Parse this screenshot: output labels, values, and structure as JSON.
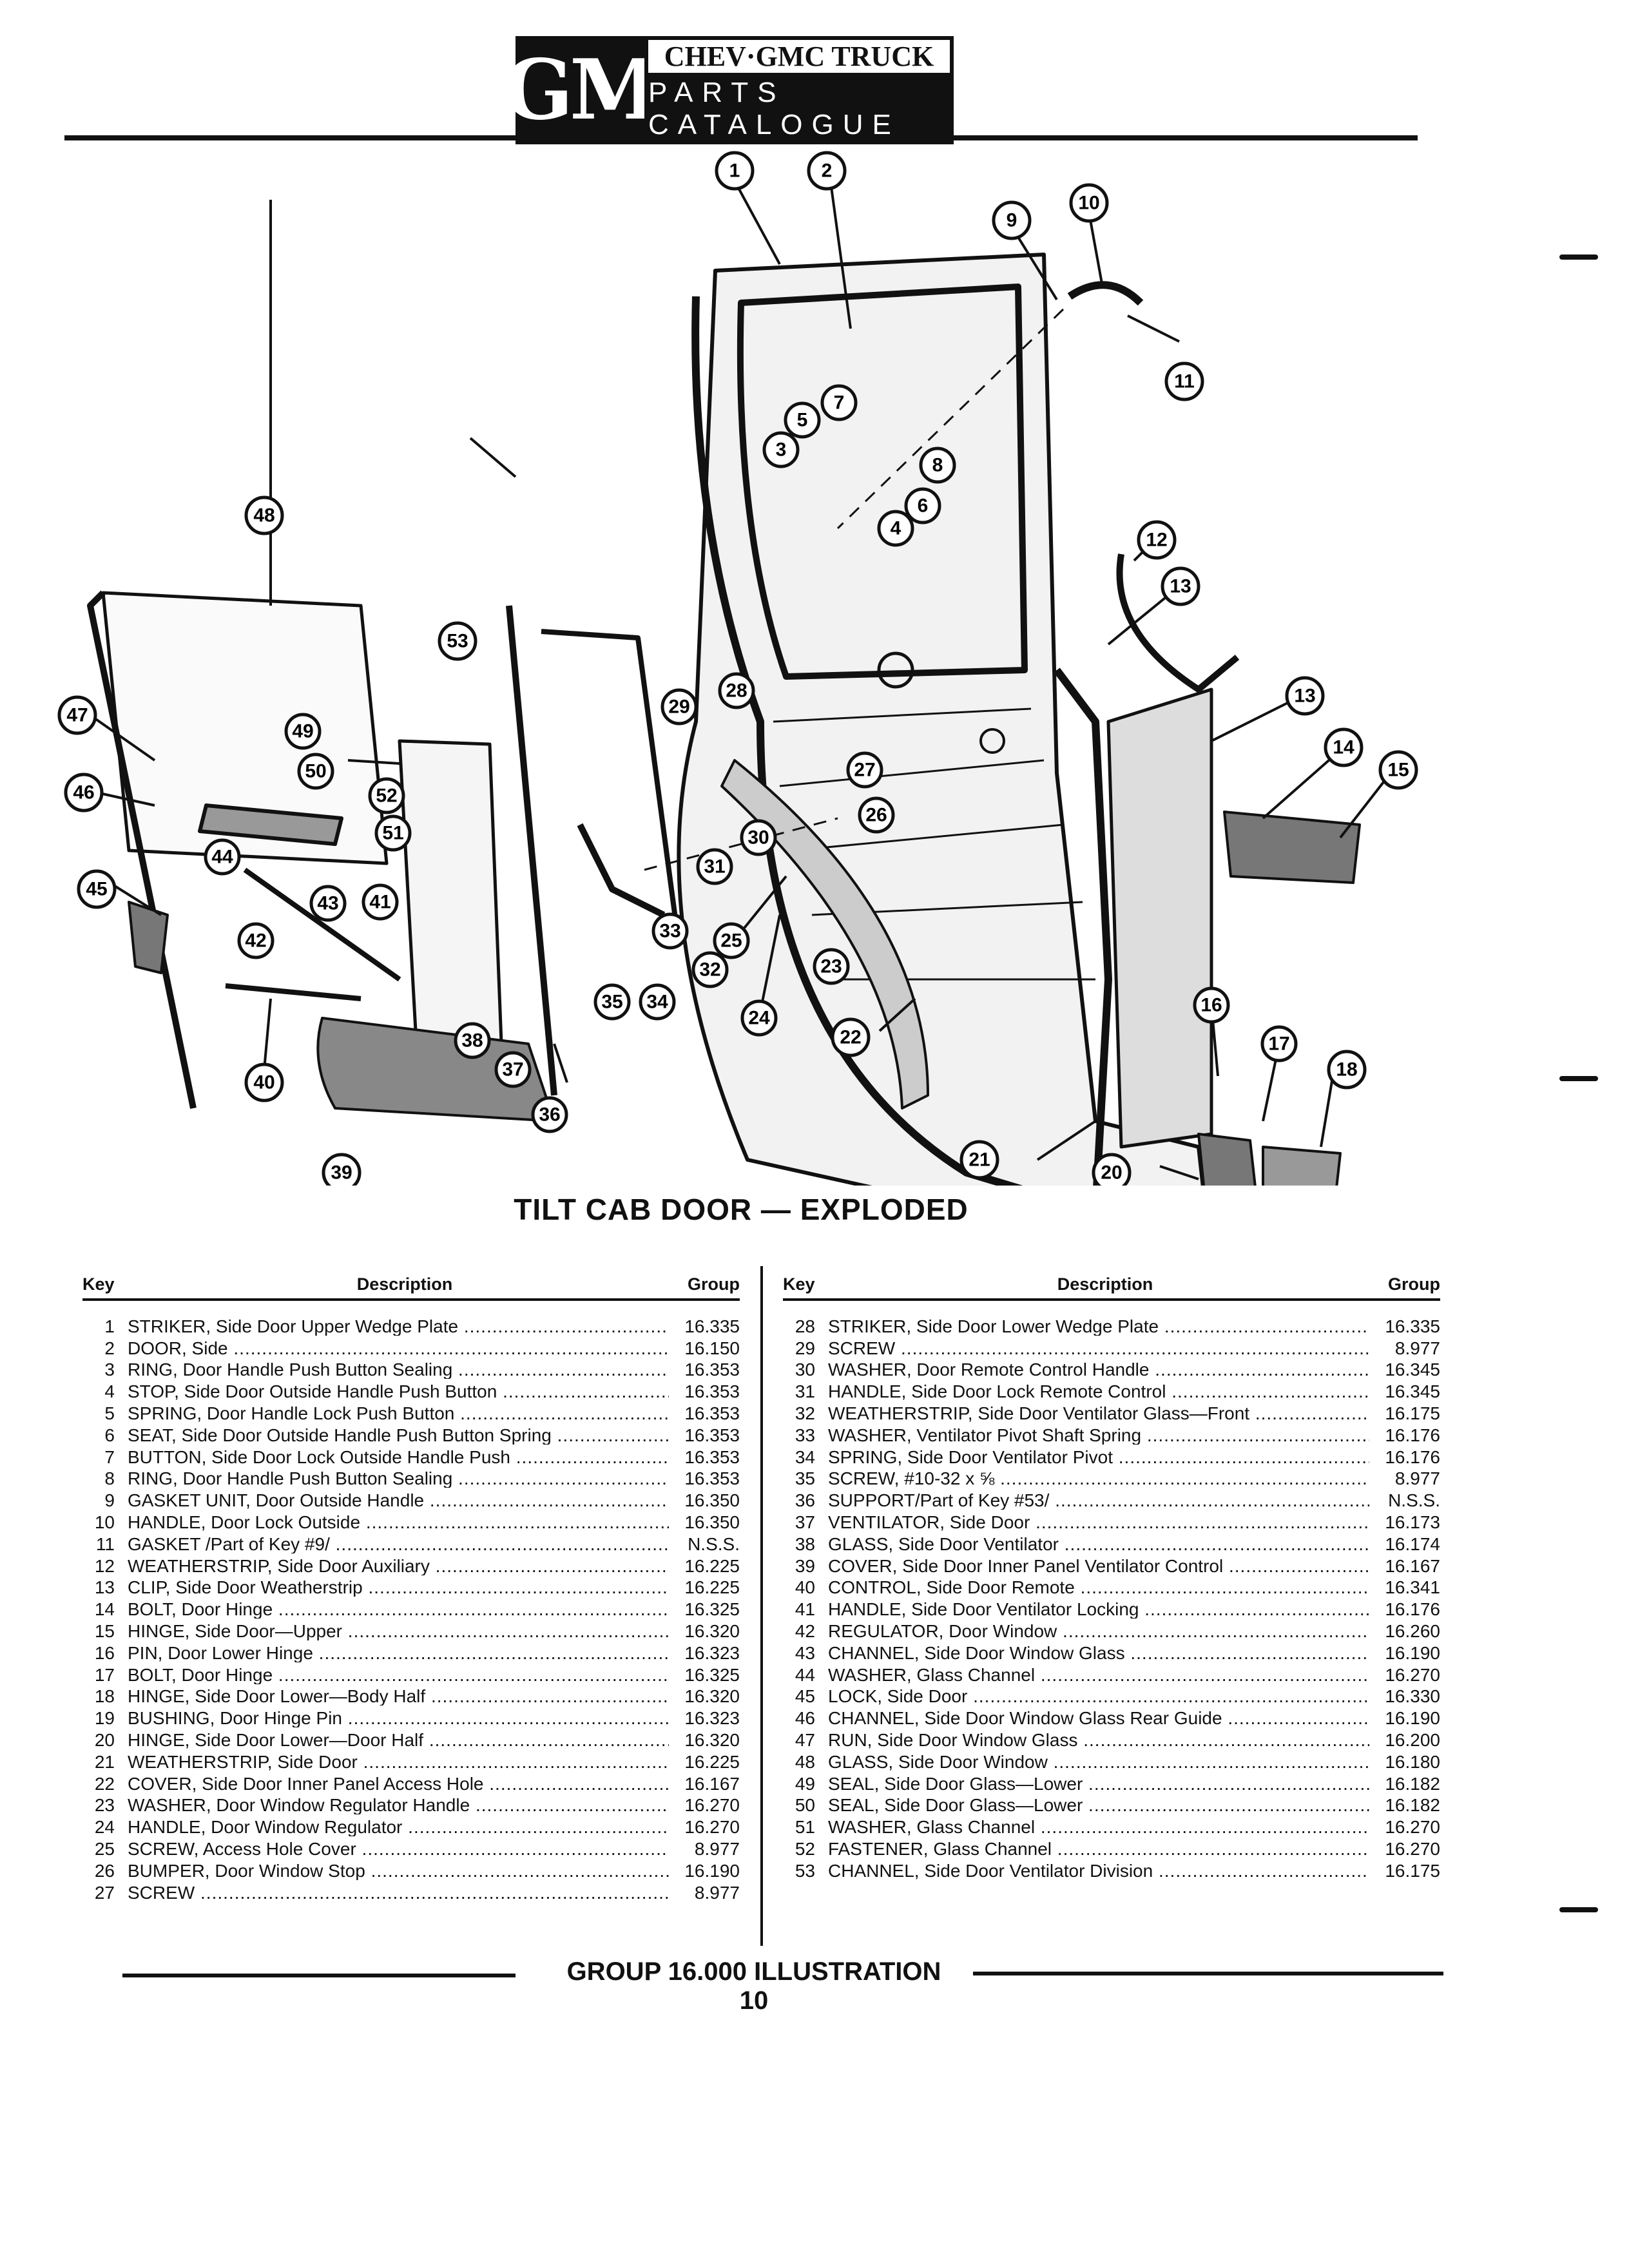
{
  "header": {
    "brand": "GM",
    "line1": "CHEV·GMC TRUCK",
    "line2": "PARTS CATALOGUE"
  },
  "diagram": {
    "title": "TILT CAB DOOR — EXPLODED",
    "callouts": [
      "1",
      "2",
      "3",
      "4",
      "5",
      "6",
      "7",
      "8",
      "9",
      "10",
      "11",
      "12",
      "13",
      "13",
      "14",
      "15",
      "16",
      "17",
      "18",
      "19",
      "20",
      "21",
      "22",
      "23",
      "24",
      "25",
      "26",
      "27",
      "28",
      "29",
      "30",
      "31",
      "32",
      "33",
      "34",
      "35",
      "36",
      "37",
      "38",
      "39",
      "40",
      "41",
      "42",
      "43",
      "44",
      "45",
      "46",
      "47",
      "48",
      "49",
      "50",
      "51",
      "52",
      "53"
    ]
  },
  "table": {
    "headers": {
      "key": "Key",
      "description": "Description",
      "group": "Group"
    },
    "left": [
      {
        "key": "1",
        "desc": "STRIKER, Side Door Upper Wedge Plate",
        "group": "16.335"
      },
      {
        "key": "2",
        "desc": "DOOR, Side",
        "group": "16.150"
      },
      {
        "key": "3",
        "desc": "RING, Door Handle Push Button Sealing",
        "group": "16.353"
      },
      {
        "key": "4",
        "desc": "STOP, Side Door Outside Handle Push Button",
        "group": "16.353"
      },
      {
        "key": "5",
        "desc": "SPRING, Door Handle Lock Push Button",
        "group": "16.353"
      },
      {
        "key": "6",
        "desc": "SEAT, Side Door Outside Handle Push Button Spring",
        "group": "16.353"
      },
      {
        "key": "7",
        "desc": "BUTTON, Side Door Lock Outside Handle Push",
        "group": "16.353"
      },
      {
        "key": "8",
        "desc": "RING, Door Handle Push Button Sealing",
        "group": "16.353"
      },
      {
        "key": "9",
        "desc": "GASKET UNIT, Door Outside Handle",
        "group": "16.350"
      },
      {
        "key": "10",
        "desc": "HANDLE, Door Lock Outside",
        "group": "16.350"
      },
      {
        "key": "11",
        "desc": "GASKET /Part of Key #9/",
        "group": "N.S.S."
      },
      {
        "key": "12",
        "desc": "WEATHERSTRIP, Side Door Auxiliary",
        "group": "16.225"
      },
      {
        "key": "13",
        "desc": "CLIP, Side Door Weatherstrip",
        "group": "16.225"
      },
      {
        "key": "14",
        "desc": "BOLT, Door Hinge",
        "group": "16.325"
      },
      {
        "key": "15",
        "desc": "HINGE, Side Door—Upper",
        "group": "16.320"
      },
      {
        "key": "16",
        "desc": "PIN, Door Lower Hinge",
        "group": "16.323"
      },
      {
        "key": "17",
        "desc": "BOLT, Door Hinge",
        "group": "16.325"
      },
      {
        "key": "18",
        "desc": "HINGE, Side Door Lower—Body Half",
        "group": "16.320"
      },
      {
        "key": "19",
        "desc": "BUSHING, Door Hinge Pin",
        "group": "16.323"
      },
      {
        "key": "20",
        "desc": "HINGE, Side Door Lower—Door Half",
        "group": "16.320"
      },
      {
        "key": "21",
        "desc": "WEATHERSTRIP, Side Door",
        "group": "16.225"
      },
      {
        "key": "22",
        "desc": "COVER, Side Door Inner Panel Access Hole",
        "group": "16.167"
      },
      {
        "key": "23",
        "desc": "WASHER, Door Window Regulator Handle",
        "group": "16.270"
      },
      {
        "key": "24",
        "desc": "HANDLE, Door Window Regulator",
        "group": "16.270"
      },
      {
        "key": "25",
        "desc": "SCREW, Access Hole Cover",
        "group": "8.977"
      },
      {
        "key": "26",
        "desc": "BUMPER, Door Window Stop",
        "group": "16.190"
      },
      {
        "key": "27",
        "desc": "SCREW",
        "group": "8.977"
      }
    ],
    "right": [
      {
        "key": "28",
        "desc": "STRIKER, Side Door Lower Wedge Plate",
        "group": "16.335"
      },
      {
        "key": "29",
        "desc": "SCREW",
        "group": "8.977"
      },
      {
        "key": "30",
        "desc": "WASHER, Door Remote Control Handle",
        "group": "16.345"
      },
      {
        "key": "31",
        "desc": "HANDLE, Side Door Lock Remote Control",
        "group": "16.345"
      },
      {
        "key": "32",
        "desc": "WEATHERSTRIP, Side Door Ventilator Glass—Front",
        "group": "16.175"
      },
      {
        "key": "33",
        "desc": "WASHER, Ventilator Pivot Shaft Spring",
        "group": "16.176"
      },
      {
        "key": "34",
        "desc": "SPRING, Side Door Ventilator Pivot",
        "group": "16.176"
      },
      {
        "key": "35",
        "desc": "SCREW, #10-32 x ⅝",
        "group": "8.977"
      },
      {
        "key": "36",
        "desc": "SUPPORT/Part of Key #53/",
        "group": "N.S.S."
      },
      {
        "key": "37",
        "desc": "VENTILATOR, Side Door",
        "group": "16.173"
      },
      {
        "key": "38",
        "desc": "GLASS, Side Door Ventilator",
        "group": "16.174"
      },
      {
        "key": "39",
        "desc": "COVER, Side Door Inner Panel Ventilator Control",
        "group": "16.167"
      },
      {
        "key": "40",
        "desc": "CONTROL, Side Door Remote",
        "group": "16.341"
      },
      {
        "key": "41",
        "desc": "HANDLE, Side Door Ventilator Locking",
        "group": "16.176"
      },
      {
        "key": "42",
        "desc": "REGULATOR, Door Window",
        "group": "16.260"
      },
      {
        "key": "43",
        "desc": "CHANNEL, Side Door Window Glass",
        "group": "16.190"
      },
      {
        "key": "44",
        "desc": "WASHER, Glass Channel",
        "group": "16.270"
      },
      {
        "key": "45",
        "desc": "LOCK, Side Door",
        "group": "16.330"
      },
      {
        "key": "46",
        "desc": "CHANNEL, Side Door Window Glass Rear Guide",
        "group": "16.190"
      },
      {
        "key": "47",
        "desc": "RUN, Side Door Window Glass",
        "group": "16.200"
      },
      {
        "key": "48",
        "desc": "GLASS, Side Door Window",
        "group": "16.180"
      },
      {
        "key": "49",
        "desc": "SEAL, Side Door Glass—Lower",
        "group": "16.182"
      },
      {
        "key": "50",
        "desc": "SEAL, Side Door Glass—Lower",
        "group": "16.182"
      },
      {
        "key": "51",
        "desc": "WASHER, Glass Channel",
        "group": "16.270"
      },
      {
        "key": "52",
        "desc": "FASTENER, Glass Channel",
        "group": "16.270"
      },
      {
        "key": "53",
        "desc": "CHANNEL, Side Door Ventilator Division",
        "group": "16.175"
      }
    ]
  },
  "footer": {
    "text": "GROUP 16.000 ILLUSTRATION 10"
  }
}
